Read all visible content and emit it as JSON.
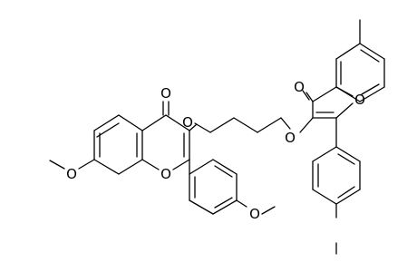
{
  "figure": {
    "type": "chemical-structure",
    "atom_labels": {
      "o1": "O",
      "o2": "O",
      "o3": "O",
      "o4": "O",
      "o5": "O",
      "o6": "O",
      "o7": "O",
      "o8": "O"
    },
    "colors": {
      "bond": "#000000",
      "background": "#ffffff"
    }
  }
}
